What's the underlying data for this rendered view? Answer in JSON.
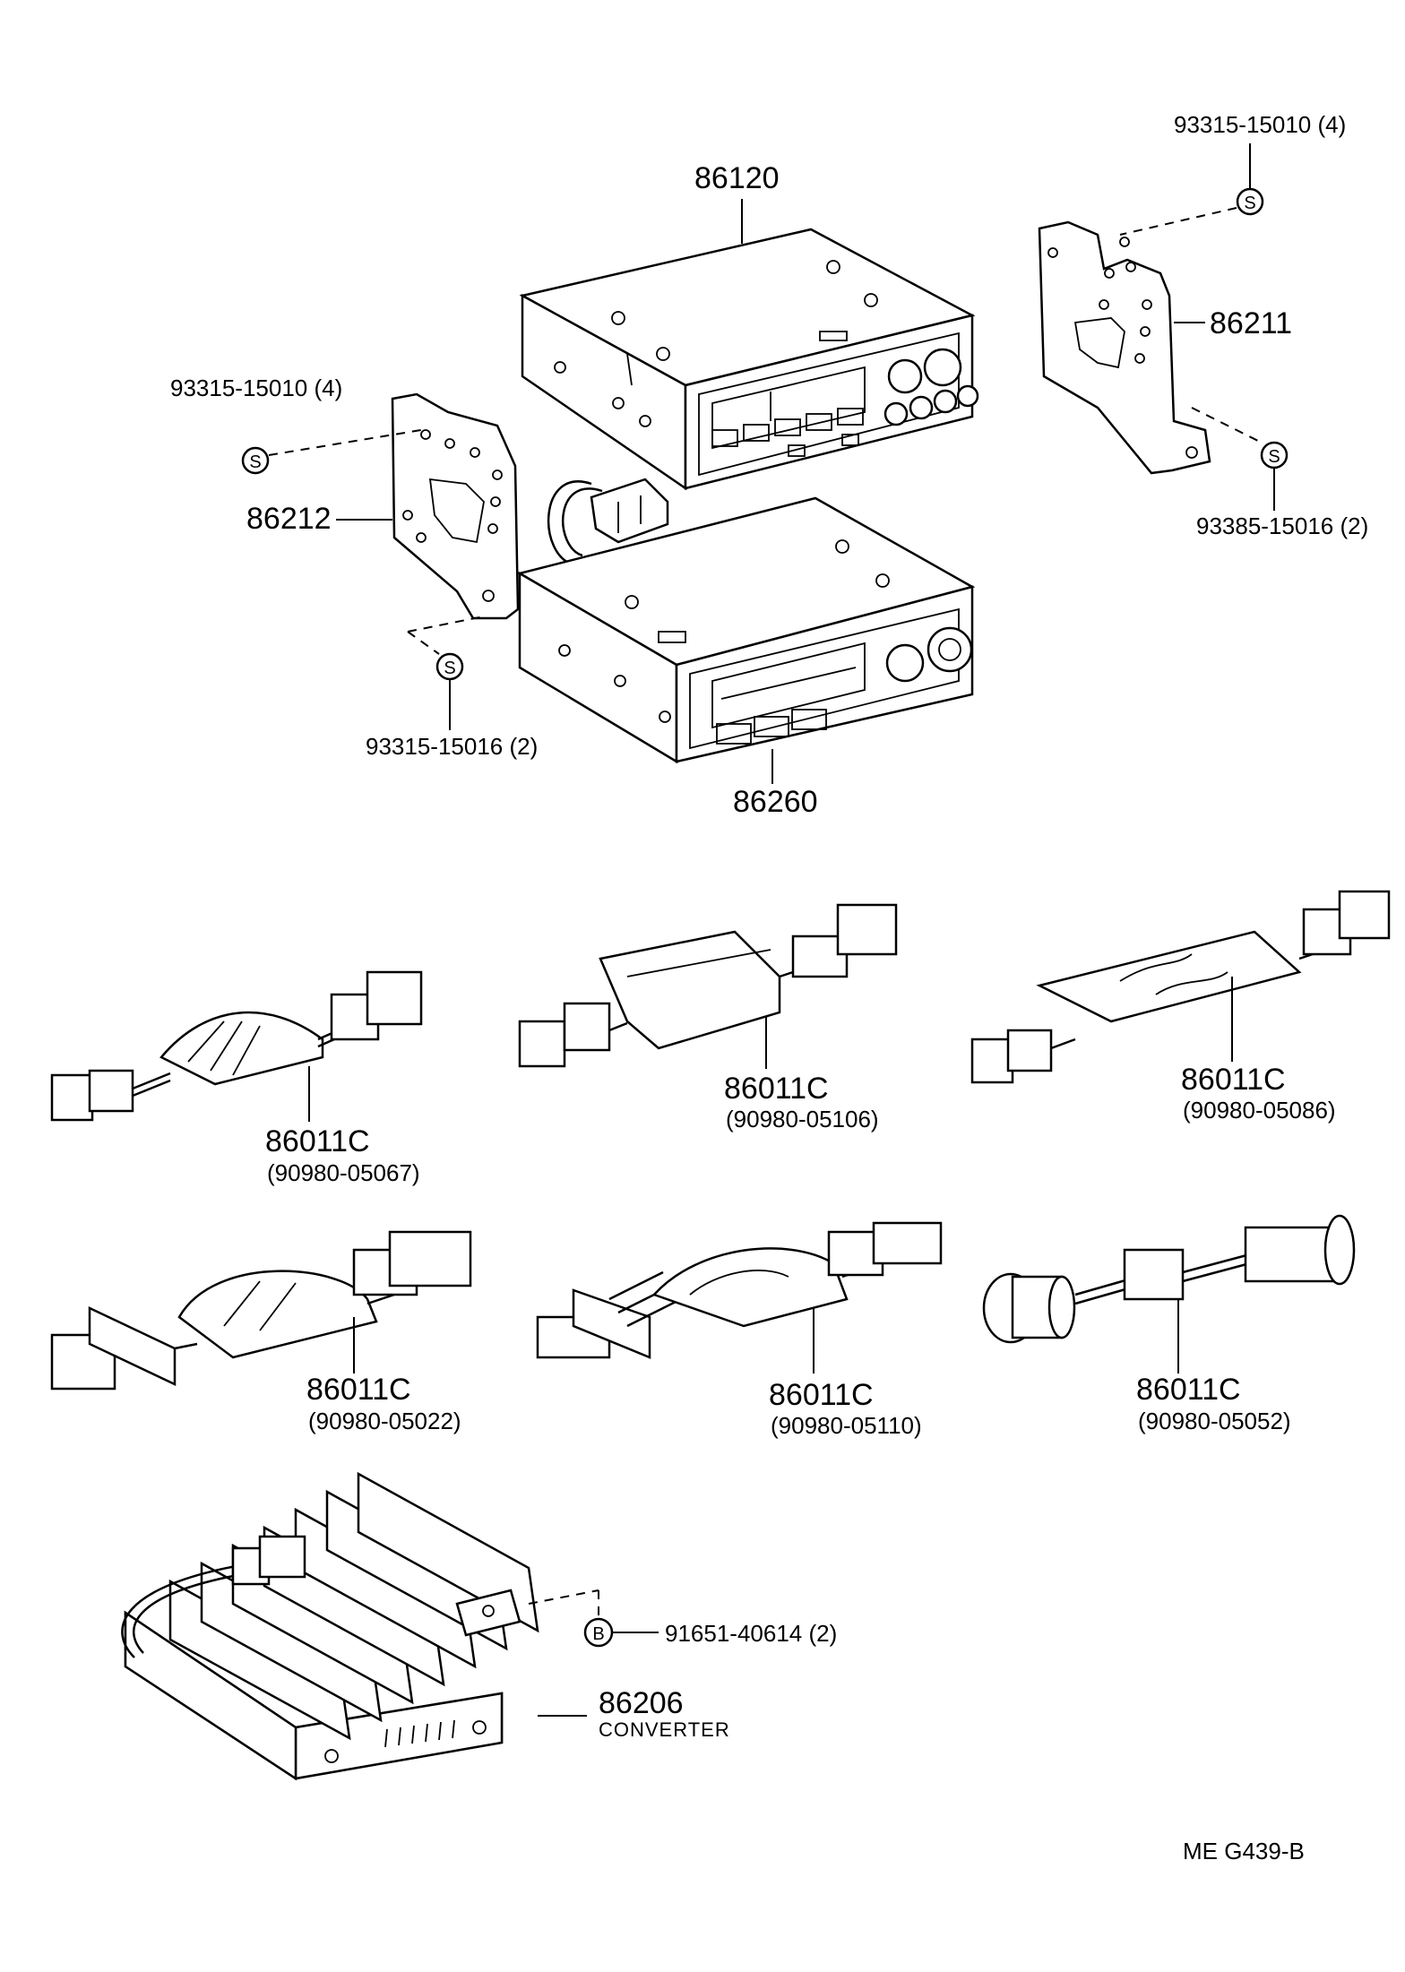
{
  "radio": {
    "main_unit": "86120",
    "cassette_unit": "86260",
    "bracket_right": "86211",
    "bracket_left": "86212"
  },
  "screws": {
    "s_top_right": "93315-15010 (4)",
    "s_bottom_right": "93385-15016 (2)",
    "s_top_left": "93315-15010 (4)",
    "s_bottom_left": "93315-15016 (2)",
    "screw_symbol": "S"
  },
  "harnesses": [
    {
      "part": "86011C",
      "sub": "(90980-05067)"
    },
    {
      "part": "86011C",
      "sub": "(90980-05106)"
    },
    {
      "part": "86011C",
      "sub": "(90980-05086)"
    },
    {
      "part": "86011C",
      "sub": "(90980-05022)"
    },
    {
      "part": "86011C",
      "sub": "(90980-05110)"
    },
    {
      "part": "86011C",
      "sub": "(90980-05052)"
    }
  ],
  "converter": {
    "part": "86206",
    "name": "CONVERTER",
    "bolt": "91651-40614 (2)",
    "bolt_symbol": "B"
  },
  "footer": {
    "code": "ME  G439-B"
  }
}
